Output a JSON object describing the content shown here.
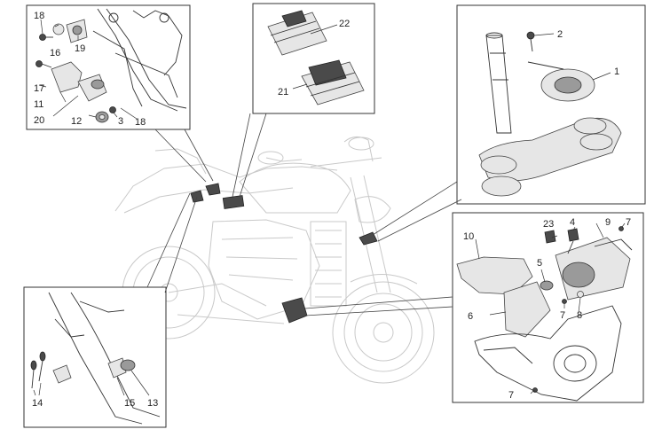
{
  "labels": {
    "l1": "1",
    "l2": "2",
    "l3": "3",
    "l4": "4",
    "l5": "5",
    "l6": "6",
    "l7a": "7",
    "l7b": "7",
    "l7c": "7",
    "l8": "8",
    "l9": "9",
    "l10": "10",
    "l11": "11",
    "l12": "12",
    "l13": "13",
    "l14": "14",
    "l15": "15",
    "l16": "16",
    "l17": "17",
    "l18a": "18",
    "l18b": "18",
    "l19": "19",
    "l20": "20",
    "l21": "21",
    "l22": "22",
    "l23": "23"
  }
}
